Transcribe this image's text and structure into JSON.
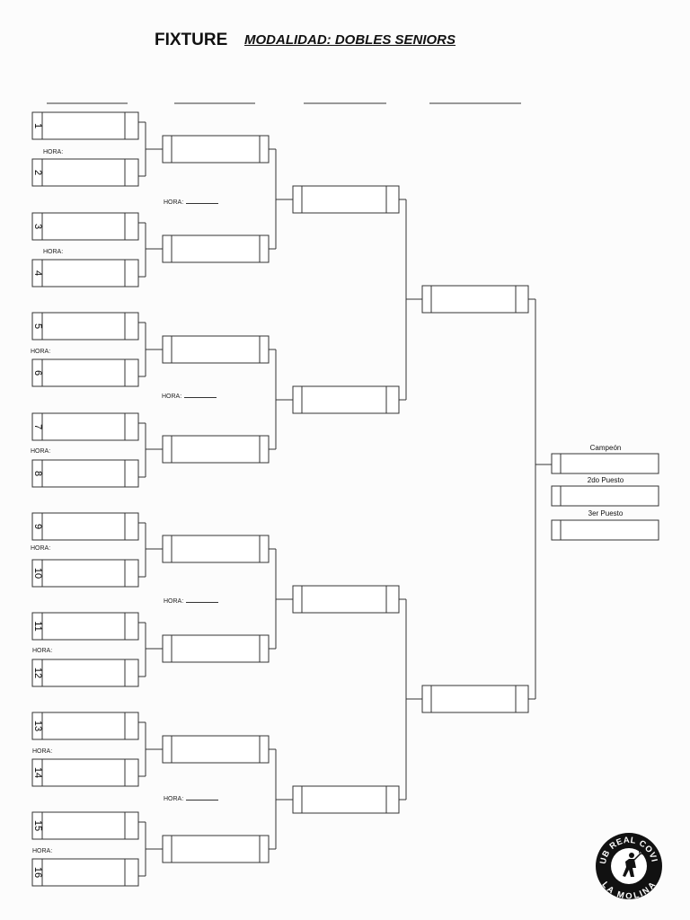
{
  "header": {
    "title": "FIXTURE",
    "subtitle": "MODALIDAD: DOBLES SENIORS"
  },
  "hora_label": "HORA:",
  "slots": [
    {
      "number": "1"
    },
    {
      "number": "2"
    },
    {
      "number": "3"
    },
    {
      "number": "4"
    },
    {
      "number": "5"
    },
    {
      "number": "6"
    },
    {
      "number": "7"
    },
    {
      "number": "8"
    },
    {
      "number": "9"
    },
    {
      "number": "10"
    },
    {
      "number": "11"
    },
    {
      "number": "12"
    },
    {
      "number": "13"
    },
    {
      "number": "14"
    },
    {
      "number": "15"
    },
    {
      "number": "16"
    }
  ],
  "podium": [
    {
      "label": "Campeón"
    },
    {
      "label": "2do Puesto"
    },
    {
      "label": "3er Puesto"
    }
  ],
  "logo": {
    "top_text": "CLUB REAL COVIMA",
    "bottom_text": "LA MOLINA"
  }
}
